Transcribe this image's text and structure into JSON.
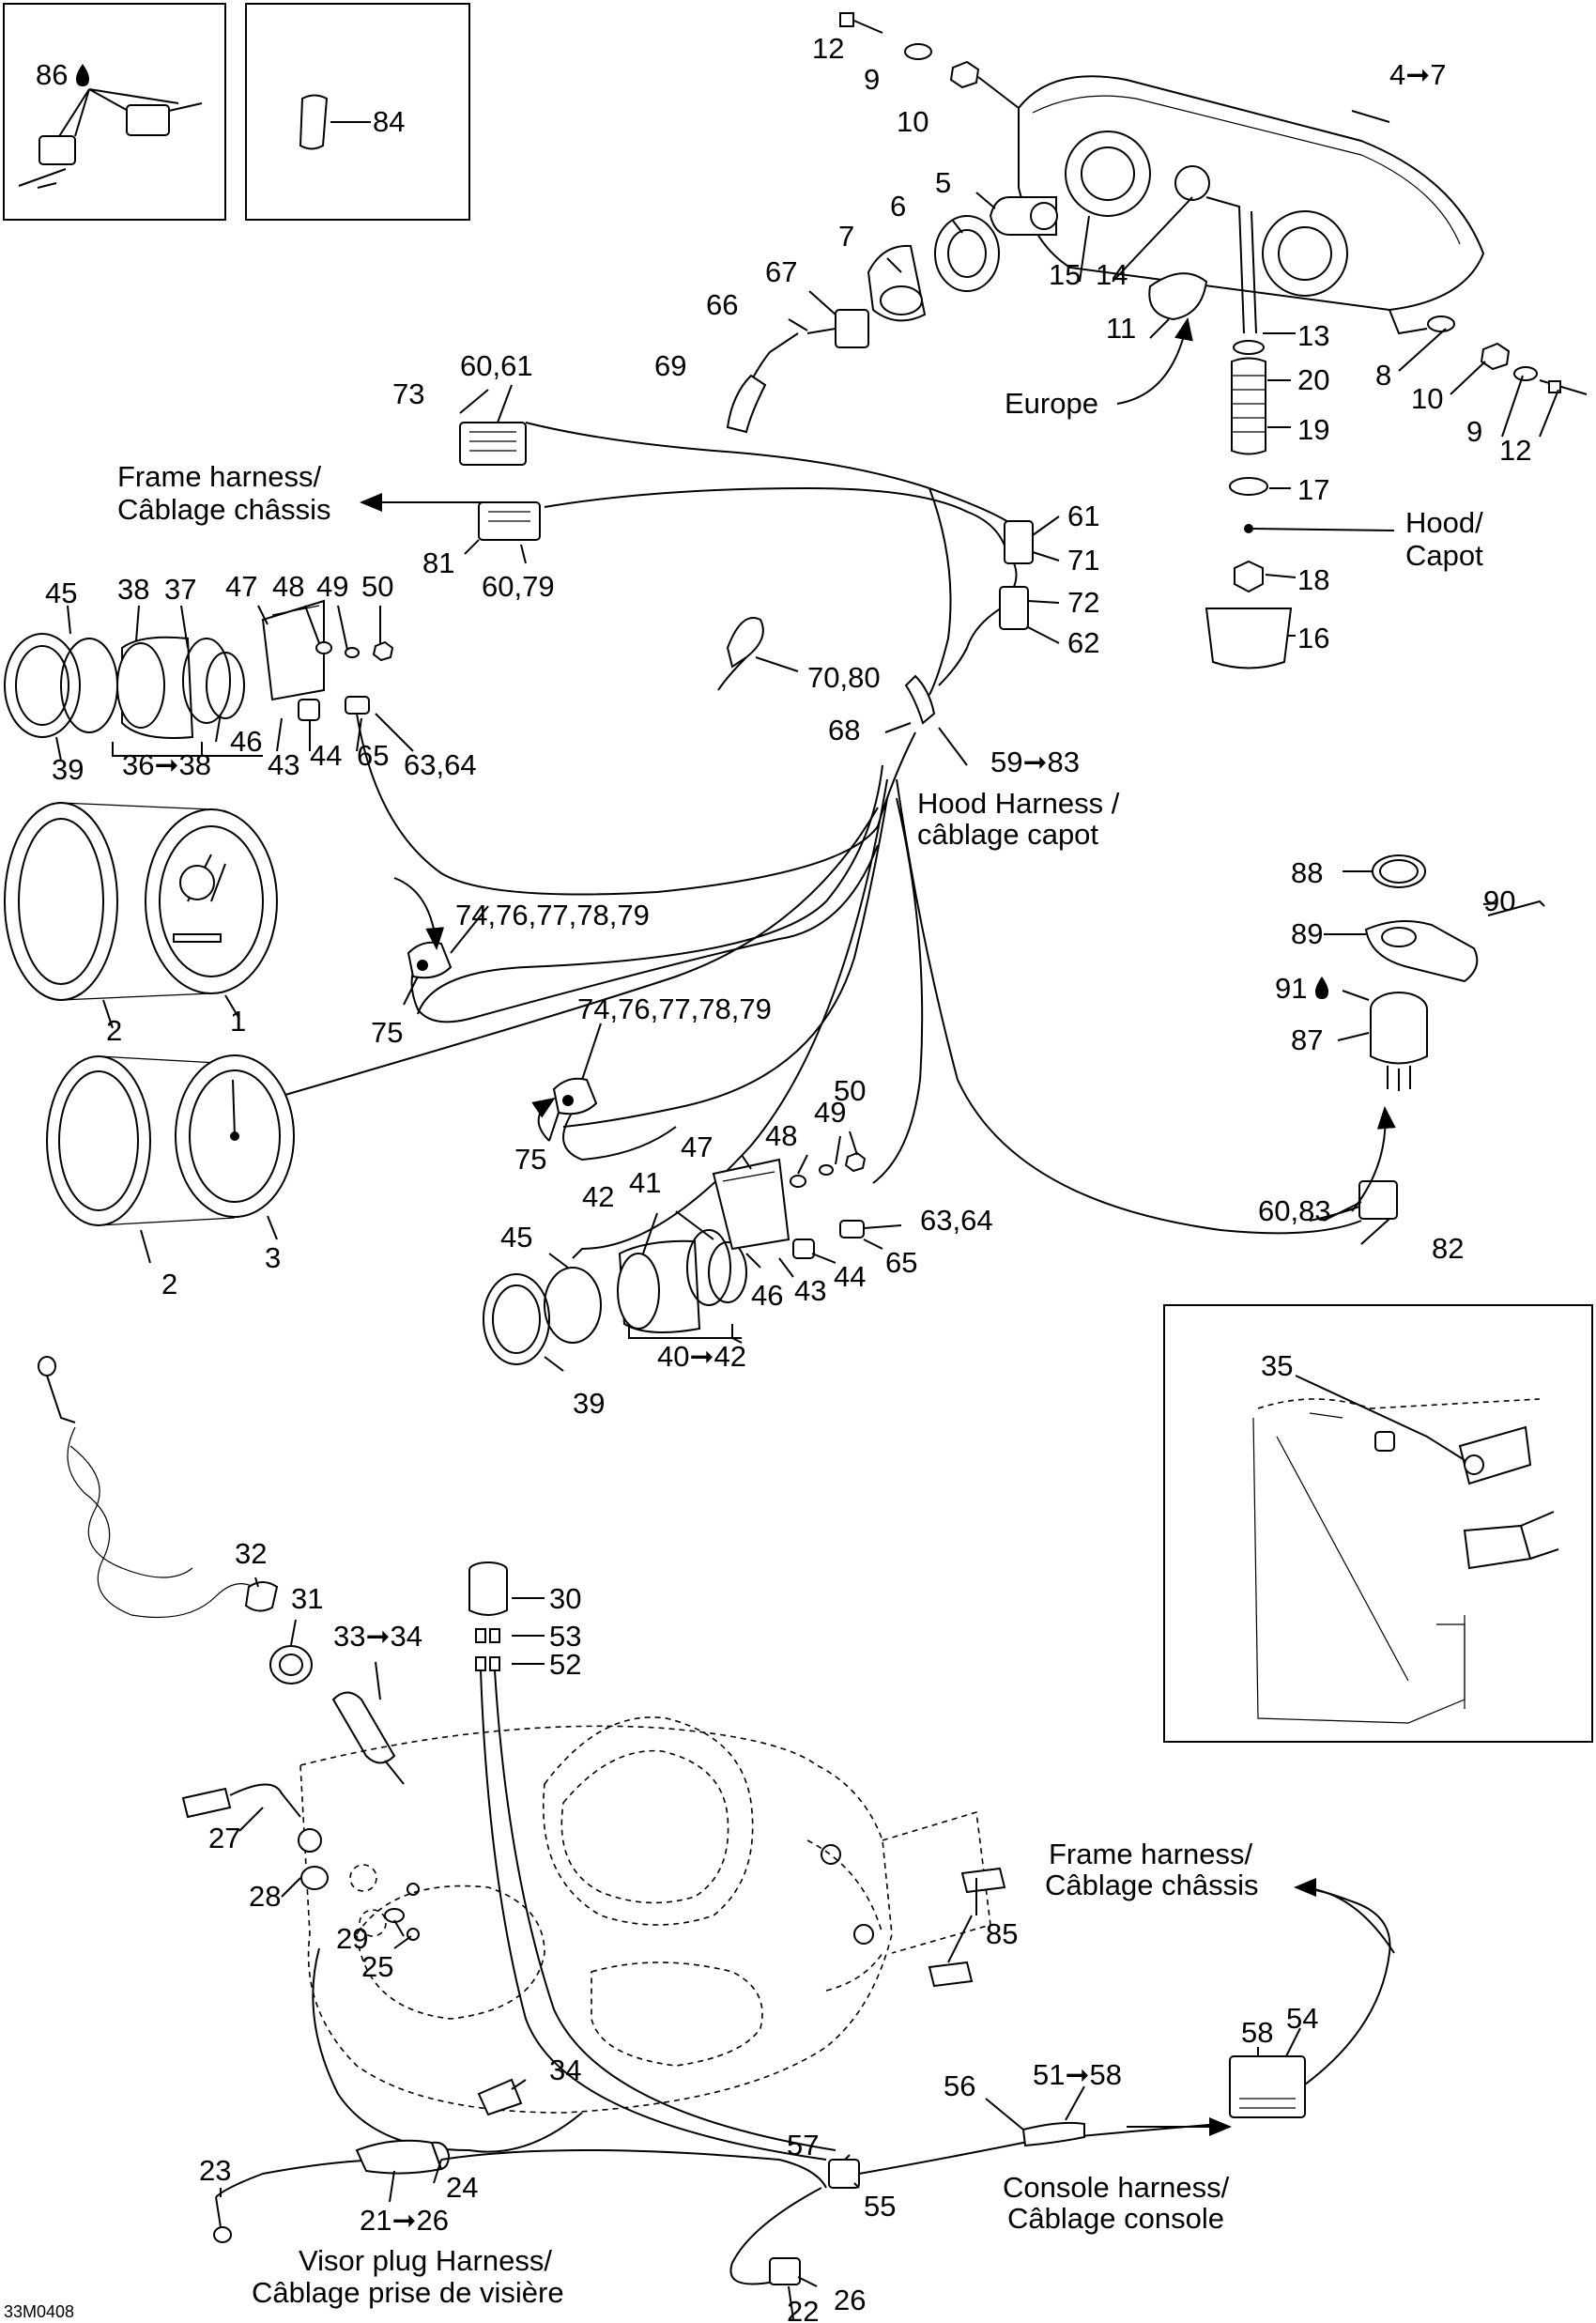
{
  "figure_ref": "33M0408",
  "callouts": [
    {
      "id": "c86",
      "text": "86"
    },
    {
      "id": "c84",
      "text": "84"
    },
    {
      "id": "c12a",
      "text": "12"
    },
    {
      "id": "c9a",
      "text": "9"
    },
    {
      "id": "c10a",
      "text": "10"
    },
    {
      "id": "c4_7",
      "text": "4➞7"
    },
    {
      "id": "c5",
      "text": "5"
    },
    {
      "id": "c6",
      "text": "6"
    },
    {
      "id": "c7",
      "text": "7"
    },
    {
      "id": "c67",
      "text": "67"
    },
    {
      "id": "c66",
      "text": "66"
    },
    {
      "id": "c15",
      "text": "15"
    },
    {
      "id": "c14",
      "text": "14"
    },
    {
      "id": "c11",
      "text": "11"
    },
    {
      "id": "c13",
      "text": "13"
    },
    {
      "id": "c8",
      "text": "8"
    },
    {
      "id": "c10b",
      "text": "10"
    },
    {
      "id": "c9b",
      "text": "9"
    },
    {
      "id": "c12b",
      "text": "12"
    },
    {
      "id": "c20",
      "text": "20"
    },
    {
      "id": "c19",
      "text": "19"
    },
    {
      "id": "c17",
      "text": "17"
    },
    {
      "id": "c18",
      "text": "18"
    },
    {
      "id": "c16",
      "text": "16"
    },
    {
      "id": "c69",
      "text": "69"
    },
    {
      "id": "c60_61",
      "text": "60,61"
    },
    {
      "id": "c73",
      "text": "73"
    },
    {
      "id": "c81",
      "text": "81"
    },
    {
      "id": "c60_79",
      "text": "60,79"
    },
    {
      "id": "c61",
      "text": "61"
    },
    {
      "id": "c71",
      "text": "71"
    },
    {
      "id": "c72",
      "text": "72"
    },
    {
      "id": "c62",
      "text": "62"
    },
    {
      "id": "c70_80",
      "text": "70,80"
    },
    {
      "id": "c68",
      "text": "68"
    },
    {
      "id": "c59_83",
      "text": "59➞83"
    },
    {
      "id": "c45a",
      "text": "45"
    },
    {
      "id": "c38a",
      "text": "38"
    },
    {
      "id": "c37",
      "text": "37"
    },
    {
      "id": "c47a",
      "text": "47"
    },
    {
      "id": "c48a",
      "text": "48"
    },
    {
      "id": "c49a",
      "text": "49"
    },
    {
      "id": "c50a",
      "text": "50"
    },
    {
      "id": "c39a",
      "text": "39"
    },
    {
      "id": "c36_38",
      "text": "36➞38"
    },
    {
      "id": "c46a",
      "text": "46"
    },
    {
      "id": "c43a",
      "text": "43"
    },
    {
      "id": "c44a",
      "text": "44"
    },
    {
      "id": "c65a",
      "text": "65"
    },
    {
      "id": "c63_64a",
      "text": "63,64"
    },
    {
      "id": "c74a",
      "text": "74,76,77,78,79"
    },
    {
      "id": "c75a",
      "text": "75"
    },
    {
      "id": "c2a",
      "text": "2"
    },
    {
      "id": "c1",
      "text": "1"
    },
    {
      "id": "c74b",
      "text": "74,76,77,78,79"
    },
    {
      "id": "c75b",
      "text": "75"
    },
    {
      "id": "c2b",
      "text": "2"
    },
    {
      "id": "c3",
      "text": "3"
    },
    {
      "id": "c49b",
      "text": "49"
    },
    {
      "id": "c50b",
      "text": "50"
    },
    {
      "id": "c48b",
      "text": "48"
    },
    {
      "id": "c47b",
      "text": "47"
    },
    {
      "id": "c42a",
      "text": "42"
    },
    {
      "id": "c41",
      "text": "41"
    },
    {
      "id": "c45b",
      "text": "45"
    },
    {
      "id": "c63_64b",
      "text": "63,64"
    },
    {
      "id": "c65b",
      "text": "65"
    },
    {
      "id": "c44b",
      "text": "44"
    },
    {
      "id": "c43b",
      "text": "43"
    },
    {
      "id": "c46b",
      "text": "46"
    },
    {
      "id": "c40_42",
      "text": "40➞42"
    },
    {
      "id": "c39b",
      "text": "39"
    },
    {
      "id": "c88",
      "text": "88"
    },
    {
      "id": "c90",
      "text": "90"
    },
    {
      "id": "c89",
      "text": "89"
    },
    {
      "id": "c91",
      "text": "91"
    },
    {
      "id": "c87",
      "text": "87"
    },
    {
      "id": "c60_83",
      "text": "60,83"
    },
    {
      "id": "c82",
      "text": "82"
    },
    {
      "id": "c35",
      "text": "35"
    },
    {
      "id": "c32",
      "text": "32"
    },
    {
      "id": "c31",
      "text": "31"
    },
    {
      "id": "c33_34",
      "text": "33➞34"
    },
    {
      "id": "c30",
      "text": "30"
    },
    {
      "id": "c53",
      "text": "53"
    },
    {
      "id": "c52",
      "text": "52"
    },
    {
      "id": "c27",
      "text": "27"
    },
    {
      "id": "c28",
      "text": "28"
    },
    {
      "id": "c29",
      "text": "29"
    },
    {
      "id": "c25",
      "text": "25"
    },
    {
      "id": "c85",
      "text": "85"
    },
    {
      "id": "c34",
      "text": "34"
    },
    {
      "id": "c58",
      "text": "58"
    },
    {
      "id": "c54",
      "text": "54"
    },
    {
      "id": "c51_58",
      "text": "51➞58"
    },
    {
      "id": "c56",
      "text": "56"
    },
    {
      "id": "c57",
      "text": "57"
    },
    {
      "id": "c55",
      "text": "55"
    },
    {
      "id": "c23",
      "text": "23"
    },
    {
      "id": "c24",
      "text": "24"
    },
    {
      "id": "c21_26",
      "text": "21➞26"
    },
    {
      "id": "c22",
      "text": "22"
    },
    {
      "id": "c26",
      "text": "26"
    }
  ],
  "captions": {
    "europe": "Europe",
    "hood_capot": [
      "Hood/",
      "Capot"
    ],
    "frame_harness_top": [
      "Frame harness/",
      "Câblage châssis"
    ],
    "hood_harness": [
      "Hood Harness /",
      "câblage capot"
    ],
    "frame_harness_bottom": [
      "Frame harness/",
      "Câblage châssis"
    ],
    "console_harness": [
      "Console harness/",
      "Câblage console"
    ],
    "visor_plug": [
      "Visor plug Harness/",
      "Câblage prise de visière"
    ]
  }
}
